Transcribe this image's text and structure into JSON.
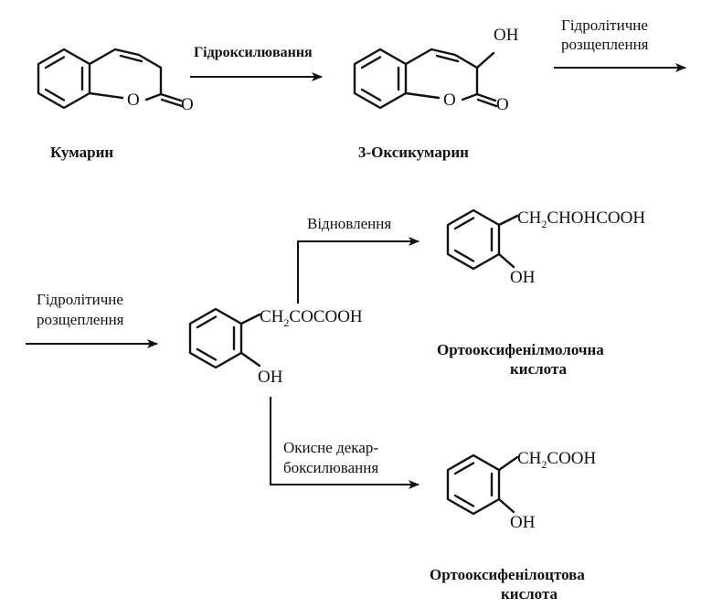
{
  "compounds": {
    "coumarin": {
      "name": "Кумарин",
      "atom_o_ring": "O",
      "atom_o_carbonyl": "O"
    },
    "hydroxycoumarin": {
      "name": "3-Оксикумарин",
      "atom_o_ring": "O",
      "atom_o_carbonyl": "O",
      "substituent_oh": "OH"
    },
    "keto_acid": {
      "side_chain_pre": "CH",
      "side_chain_sub": "2",
      "side_chain_post": "COCOOH",
      "substituent_oh": "OH"
    },
    "lactic_acid": {
      "name_line1": "Ортооксифенілмолочна",
      "name_line2": "кислота",
      "side_chain_pre": "CH",
      "side_chain_sub": "2",
      "side_chain_post": "CHOHCOOH",
      "substituent_oh": "OH"
    },
    "acetic_acid": {
      "name_line1": "Ортооксифенілоцтова",
      "name_line2": "кислота",
      "side_chain_pre": "CH",
      "side_chain_sub": "2",
      "side_chain_post": "COOH",
      "substituent_oh": "OH"
    }
  },
  "reactions": {
    "hydroxylation": {
      "label": "Гідроксилювання"
    },
    "hydrolysis_1": {
      "label_line1": "Гідролітичне",
      "label_line2": "розщеплення"
    },
    "hydrolysis_2": {
      "label_line1": "Гідролітичне",
      "label_line2": "розщеплення"
    },
    "reduction": {
      "label": "Відновлення"
    },
    "oxidative_decarboxylation": {
      "label_line1": "Окисне декар-",
      "label_line2": "боксилювання"
    }
  }
}
